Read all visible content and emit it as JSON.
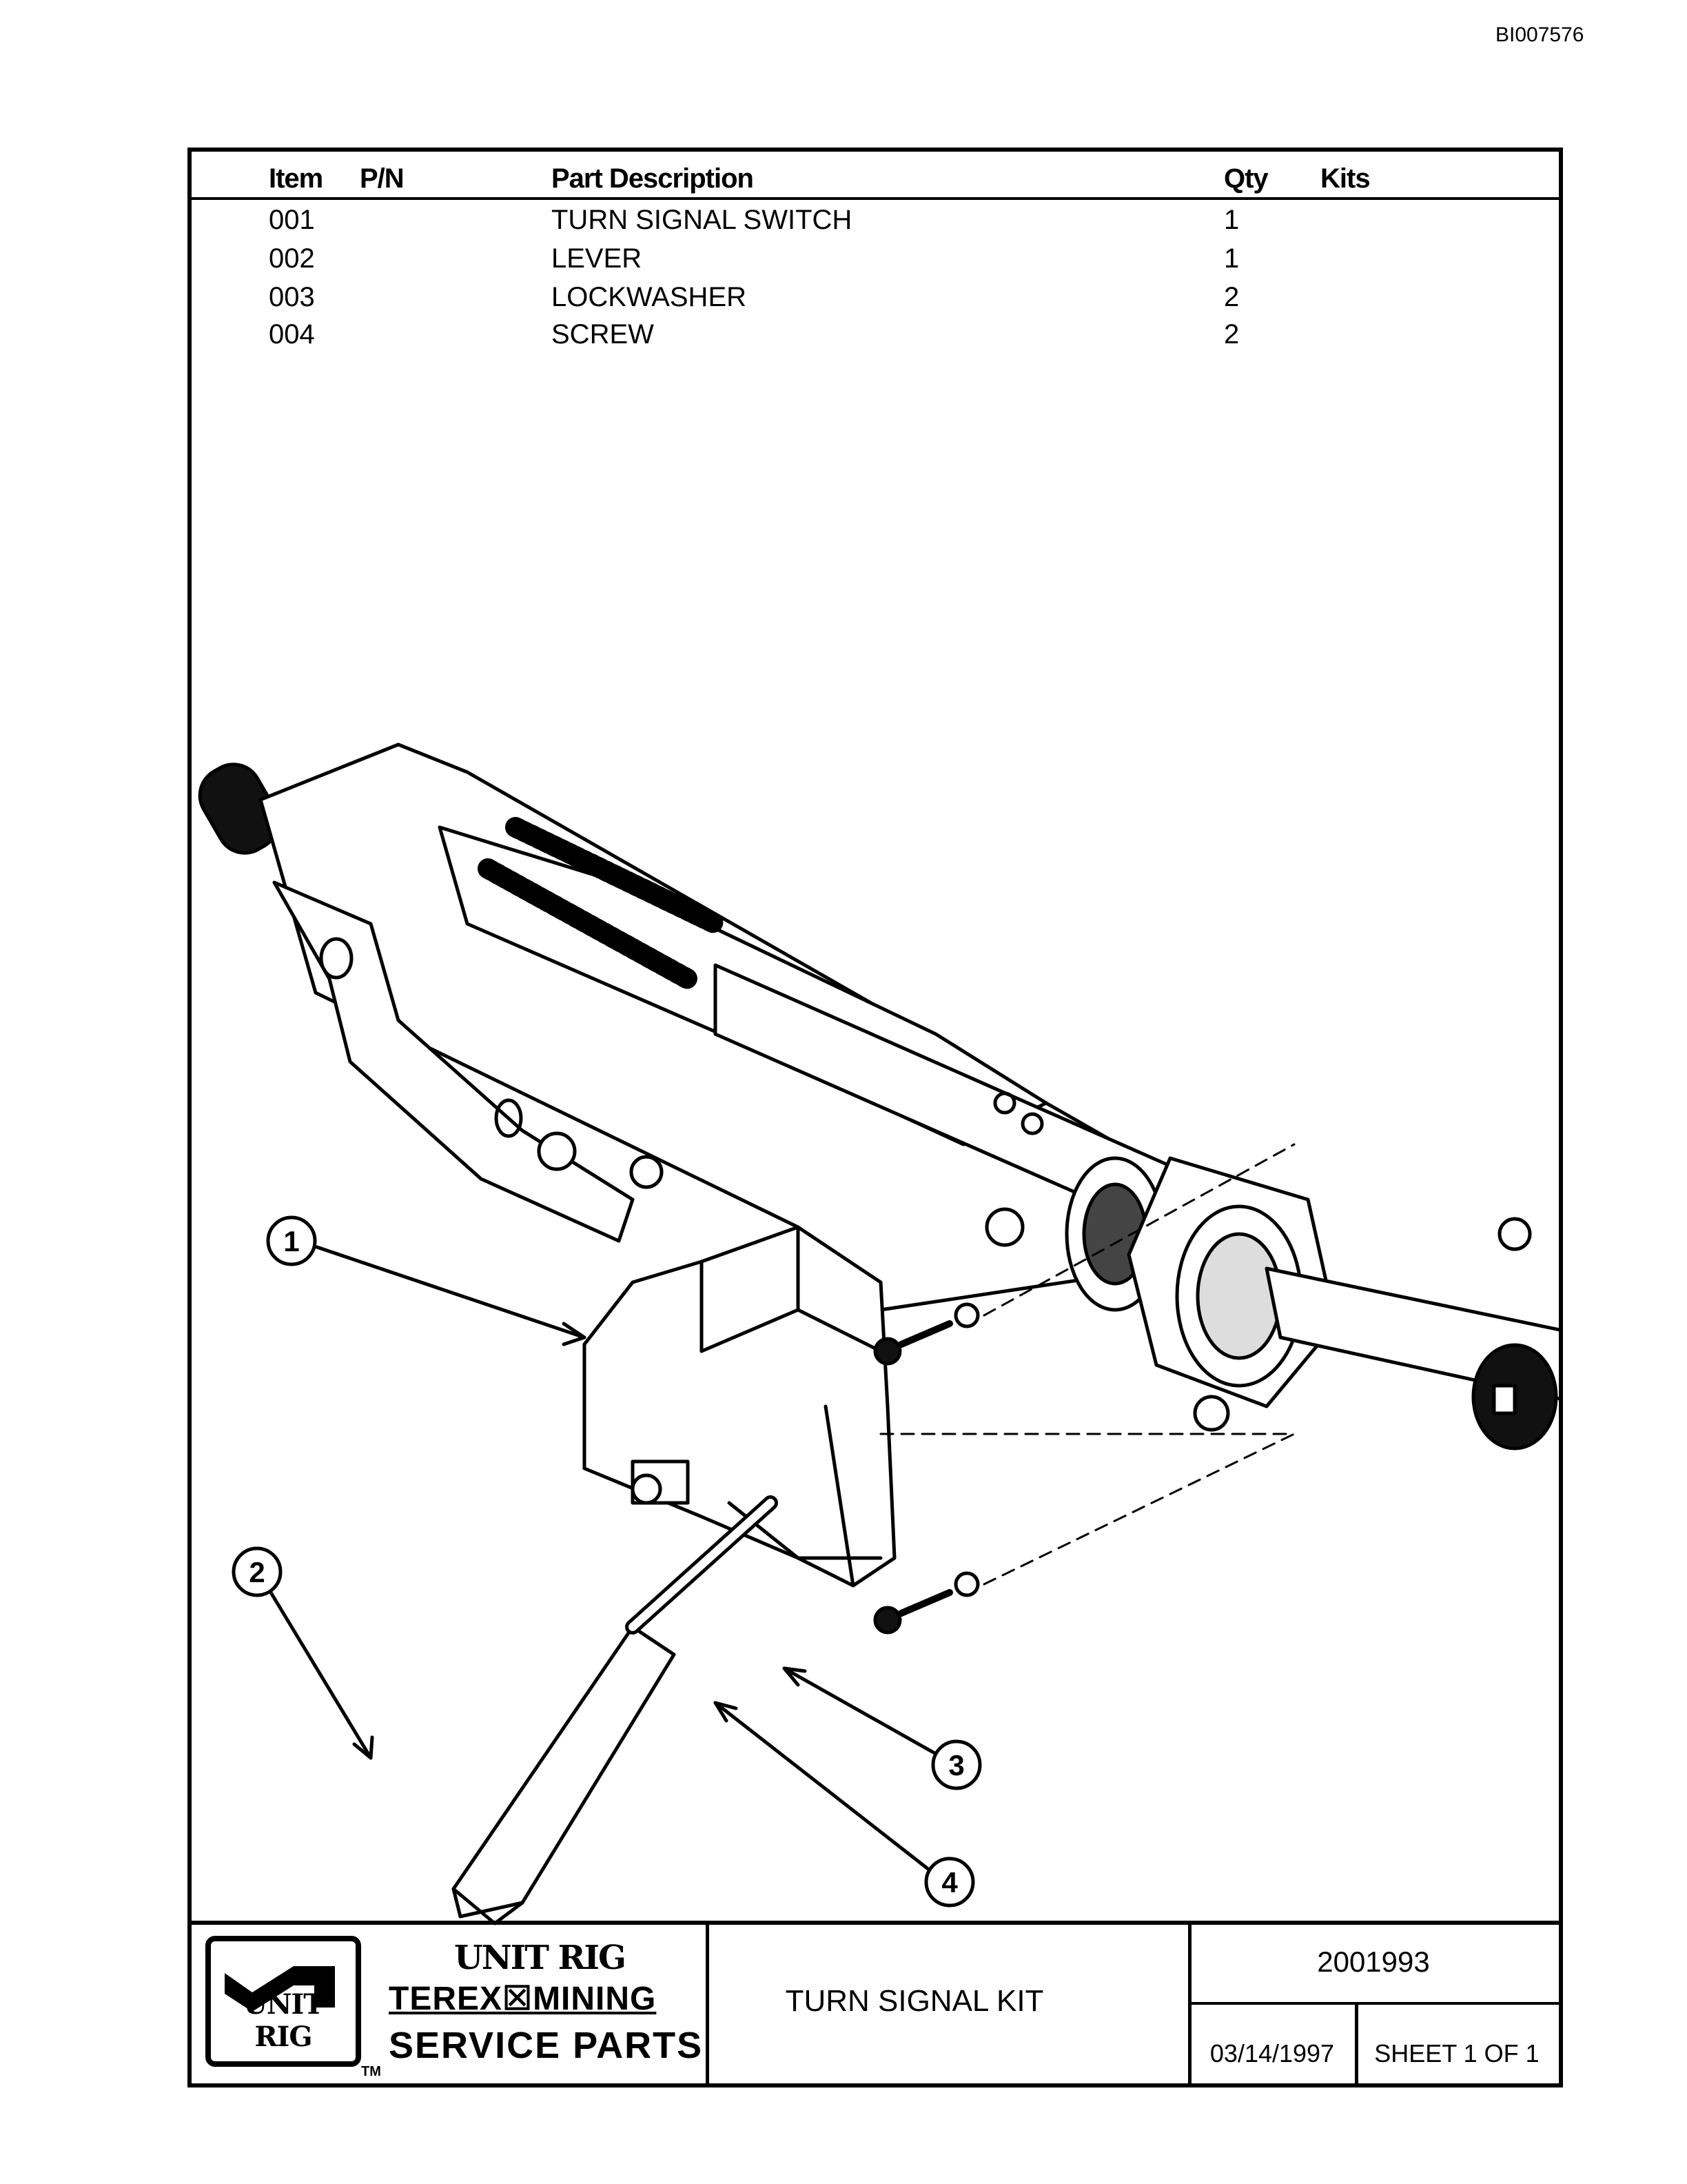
{
  "document_id": "BI007576",
  "table": {
    "headers": {
      "item": "Item",
      "pn": "P/N",
      "description": "Part Description",
      "qty": "Qty",
      "kits": "Kits"
    },
    "rows": [
      {
        "item": "001",
        "pn": "",
        "description": "TURN SIGNAL SWITCH",
        "qty": "1",
        "kits": ""
      },
      {
        "item": "002",
        "pn": "",
        "description": "LEVER",
        "qty": "1",
        "kits": ""
      },
      {
        "item": "003",
        "pn": "",
        "description": "LOCKWASHER",
        "qty": "2",
        "kits": ""
      },
      {
        "item": "004",
        "pn": "",
        "description": "SCREW",
        "qty": "2",
        "kits": ""
      }
    ]
  },
  "callouts": [
    "1",
    "2",
    "3",
    "4"
  ],
  "title_block": {
    "logo_text": "UNIT RIG",
    "trademark": "TM",
    "brand_line1": "UNIT RIG",
    "brand_line2": "TEREX☒MINING",
    "brand_line3": "SERVICE PARTS",
    "title": "TURN SIGNAL KIT",
    "part_number": "2001993",
    "date": "03/14/1997",
    "sheet": "SHEET 1 OF 1"
  }
}
